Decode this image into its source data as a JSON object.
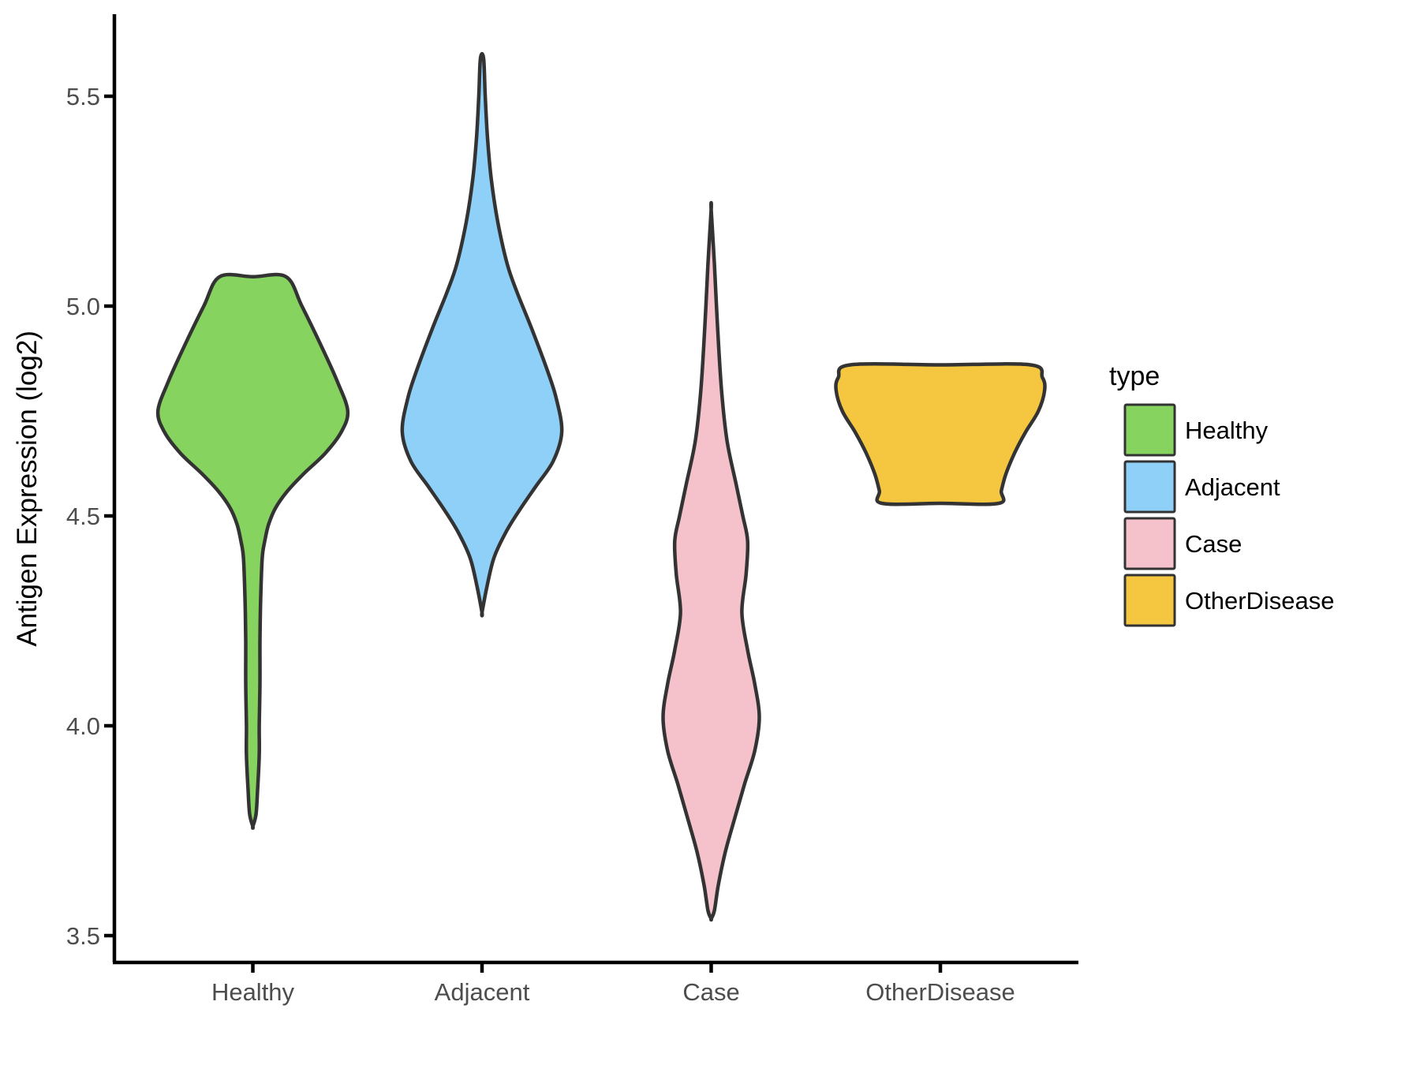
{
  "chart_data": {
    "type": "violin",
    "title": "",
    "xlabel": "",
    "ylabel": "Antigen Expression (log2)",
    "categories": [
      "Healthy",
      "Adjacent",
      "Case",
      "OtherDisease"
    ],
    "yticks": [
      5.5,
      5.0,
      4.5,
      4.0,
      3.5
    ],
    "ytick_labels": [
      "5.5",
      "5.0",
      "4.5",
      "4.0",
      "3.5"
    ],
    "ylim": [
      3.44,
      5.69
    ],
    "grid": false,
    "legend_position": "right",
    "legend_title": "type",
    "series": [
      {
        "name": "Healthy",
        "color": "#86D35F",
        "value_range": [
          3.76,
          5.07
        ],
        "profile": [
          [
            5.07,
            0.145
          ],
          [
            5.0,
            0.214
          ],
          [
            4.9,
            0.303
          ],
          [
            4.82,
            0.369
          ],
          [
            4.75,
            0.414
          ],
          [
            4.7,
            0.386
          ],
          [
            4.65,
            0.317
          ],
          [
            4.6,
            0.221
          ],
          [
            4.56,
            0.152
          ],
          [
            4.52,
            0.1
          ],
          [
            4.48,
            0.069
          ],
          [
            4.44,
            0.052
          ],
          [
            4.4,
            0.041
          ],
          [
            4.3,
            0.034
          ],
          [
            4.2,
            0.031
          ],
          [
            4.1,
            0.031
          ],
          [
            4.0,
            0.028
          ],
          [
            3.93,
            0.028
          ],
          [
            3.85,
            0.021
          ],
          [
            3.79,
            0.014
          ],
          [
            3.76,
            0.0
          ]
        ]
      },
      {
        "name": "Adjacent",
        "color": "#8FD0F8",
        "value_range": [
          4.27,
          5.59
        ],
        "profile": [
          [
            5.59,
            0.007
          ],
          [
            5.5,
            0.014
          ],
          [
            5.4,
            0.024
          ],
          [
            5.3,
            0.041
          ],
          [
            5.2,
            0.069
          ],
          [
            5.1,
            0.11
          ],
          [
            5.03,
            0.155
          ],
          [
            4.95,
            0.214
          ],
          [
            4.85,
            0.283
          ],
          [
            4.78,
            0.324
          ],
          [
            4.7,
            0.348
          ],
          [
            4.63,
            0.31
          ],
          [
            4.57,
            0.234
          ],
          [
            4.51,
            0.159
          ],
          [
            4.46,
            0.103
          ],
          [
            4.4,
            0.052
          ],
          [
            4.33,
            0.021
          ],
          [
            4.27,
            0.0
          ]
        ]
      },
      {
        "name": "Case",
        "color": "#F5C2CB",
        "value_range": [
          3.54,
          5.23
        ],
        "profile": [
          [
            5.23,
            0.0
          ],
          [
            5.1,
            0.014
          ],
          [
            4.95,
            0.028
          ],
          [
            4.8,
            0.045
          ],
          [
            4.68,
            0.069
          ],
          [
            4.58,
            0.107
          ],
          [
            4.5,
            0.138
          ],
          [
            4.44,
            0.159
          ],
          [
            4.36,
            0.152
          ],
          [
            4.27,
            0.134
          ],
          [
            4.18,
            0.159
          ],
          [
            4.1,
            0.19
          ],
          [
            4.02,
            0.21
          ],
          [
            3.94,
            0.19
          ],
          [
            3.86,
            0.145
          ],
          [
            3.78,
            0.103
          ],
          [
            3.7,
            0.062
          ],
          [
            3.62,
            0.031
          ],
          [
            3.56,
            0.014
          ],
          [
            3.54,
            0.0
          ]
        ]
      },
      {
        "name": "OtherDisease",
        "color": "#F5C740",
        "value_range": [
          4.53,
          4.86
        ],
        "profile": [
          [
            4.86,
            0.393
          ],
          [
            4.83,
            0.445
          ],
          [
            4.8,
            0.455
          ],
          [
            4.75,
            0.428
          ],
          [
            4.7,
            0.372
          ],
          [
            4.65,
            0.324
          ],
          [
            4.6,
            0.286
          ],
          [
            4.56,
            0.266
          ],
          [
            4.53,
            0.255
          ]
        ]
      }
    ]
  },
  "legend": {
    "title": "type",
    "entries": [
      {
        "label": "Healthy",
        "color": "#86D35F"
      },
      {
        "label": "Adjacent",
        "color": "#8FD0F8"
      },
      {
        "label": "Case",
        "color": "#F5C2CB"
      },
      {
        "label": "OtherDisease",
        "color": "#F5C740"
      }
    ]
  },
  "colors": {
    "violin_outline": "#333333",
    "axis_line": "#000000",
    "tick_text": "#4D4D4D",
    "axis_title_text": "#000000",
    "legend_text": "#000000",
    "background": "#FFFFFF"
  }
}
